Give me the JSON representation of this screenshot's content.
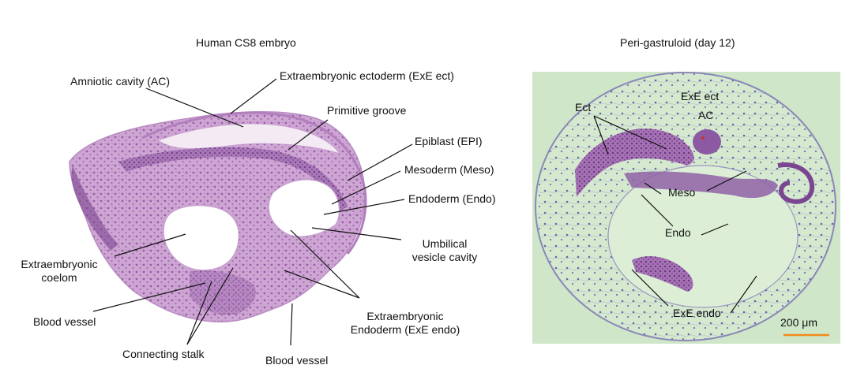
{
  "left_panel": {
    "title": "Human CS8 embryo",
    "labels": {
      "amniotic_cavity": "Amniotic cavity (AC)",
      "exe_ectoderm": "Extraembryonic ectoderm (ExE ect)",
      "primitive_groove": "Primitive groove",
      "epiblast": "Epiblast (EPI)",
      "mesoderm": "Mesoderm (Meso)",
      "endoderm": "Endoderm (Endo)",
      "umbilical_line1": "Umbilical",
      "umbilical_line2": "vesicle cavity",
      "coelom_line1": "Extraembryonic",
      "coelom_line2": "coelom",
      "blood_vessel_left": "Blood vessel",
      "connecting_stalk": "Connecting stalk",
      "blood_vessel_bottom": "Blood vessel",
      "exe_endo_line1": "Extraembryonic",
      "exe_endo_line2": "Endoderm (ExE endo)"
    }
  },
  "right_panel": {
    "title": "Peri-gastruloid (day 12)",
    "labels": {
      "ect": "Ect",
      "exe_ect": "ExE ect",
      "ac": "AC",
      "meso": "Meso",
      "endo": "Endo",
      "exe_endo": "ExE endo",
      "scale_bar": "200 μm"
    }
  },
  "colors": {
    "tissue_pink": "#c9a0cf",
    "tissue_dark": "#8a4f9a",
    "background_green": "#cfe6c8",
    "scale_bar": "#f08a1c"
  }
}
